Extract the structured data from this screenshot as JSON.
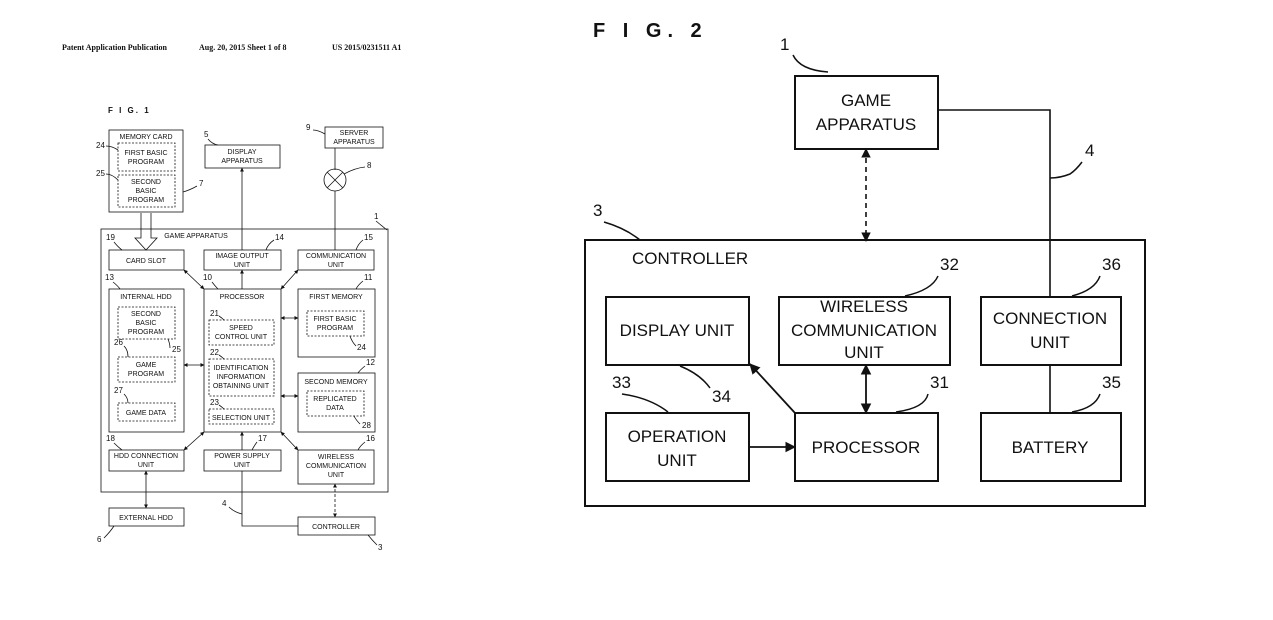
{
  "header": {
    "publication": "Patent Application Publication",
    "date_sheet": "Aug. 20, 2015  Sheet 1 of 8",
    "number": "US 2015/0231511 A1"
  },
  "fig1": {
    "title": "F I G. 1",
    "memory_card": {
      "label": "MEMORY CARD",
      "num": "24",
      "num2": "25",
      "num3": "7",
      "first_basic_1": "FIRST BASIC",
      "first_basic_2": "PROGRAM",
      "second_basic_1": "SECOND",
      "second_basic_2": "BASIC",
      "second_basic_3": "PROGRAM"
    },
    "display": {
      "num": "5",
      "line1": "DISPLAY",
      "line2": "APPARATUS"
    },
    "server": {
      "num": "9",
      "line1": "SERVER",
      "line2": "APPARATUS",
      "network_num": "8"
    },
    "game_apparatus": {
      "label": "GAME APPARATUS",
      "num": "1"
    },
    "card_slot": {
      "num": "19",
      "label": "CARD SLOT"
    },
    "image_output": {
      "num": "14",
      "line1": "IMAGE OUTPUT",
      "line2": "UNIT"
    },
    "communication": {
      "num": "15",
      "line1": "COMMUNICATION",
      "line2": "UNIT"
    },
    "internal_hdd": {
      "num": "13",
      "label": "INTERNAL HDD",
      "second_1": "SECOND",
      "second_2": "BASIC",
      "second_3": "PROGRAM",
      "second_num": "25",
      "game_num": "26",
      "game_1": "GAME",
      "game_2": "PROGRAM",
      "data_num": "27",
      "data": "GAME DATA"
    },
    "processor": {
      "num": "10",
      "label": "PROCESSOR",
      "speed_num": "21",
      "speed_1": "SPEED",
      "speed_2": "CONTROL UNIT",
      "ident_num": "22",
      "ident_1": "IDENTIFICATION",
      "ident_2": "INFORMATION",
      "ident_3": "OBTAINING UNIT",
      "sel_num": "23",
      "sel": "SELECTION UNIT"
    },
    "first_memory": {
      "num": "11",
      "label": "FIRST MEMORY",
      "prog_1": "FIRST BASIC",
      "prog_2": "PROGRAM",
      "prog_num": "24"
    },
    "second_memory": {
      "num": "12",
      "label": "SECOND MEMORY",
      "data_1": "REPLICATED",
      "data_2": "DATA",
      "data_num": "28"
    },
    "hdd_connection": {
      "num": "18",
      "line1": "HDD CONNECTION",
      "line2": "UNIT"
    },
    "power_supply": {
      "num": "17",
      "line1": "POWER SUPPLY",
      "line2": "UNIT"
    },
    "wireless": {
      "num": "16",
      "line1": "WIRELESS",
      "line2": "COMMUNICATION",
      "line3": "UNIT"
    },
    "external_hdd": {
      "label": "EXTERNAL HDD",
      "num": "6"
    },
    "controller": {
      "label": "CONTROLLER",
      "num": "3",
      "cable_num": "4"
    }
  },
  "fig2": {
    "title": "F I G. 2",
    "game": {
      "num": "1",
      "line1": "GAME",
      "line2": "APPARATUS"
    },
    "cable_num": "4",
    "controller": {
      "num": "3",
      "label": "CONTROLLER"
    },
    "wireless": {
      "num": "32",
      "line1": "WIRELESS",
      "line2": "COMMUNICATION",
      "line3": "UNIT"
    },
    "connection": {
      "num": "36",
      "line1": "CONNECTION",
      "line2": "UNIT"
    },
    "display": {
      "label": "DISPLAY UNIT",
      "num": "34"
    },
    "operation": {
      "num": "33",
      "line1": "OPERATION",
      "line2": "UNIT"
    },
    "processor": {
      "num": "31",
      "label": "PROCESSOR"
    },
    "battery": {
      "num": "35",
      "label": "BATTERY"
    }
  }
}
